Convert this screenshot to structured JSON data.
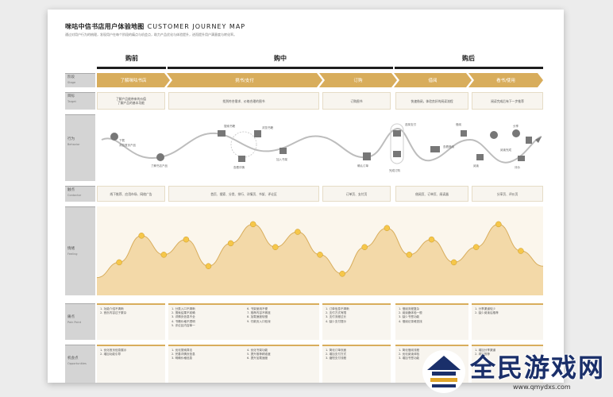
{
  "header": {
    "title_zh": "咪咕中信书店用户体验地图",
    "title_en": "CUSTOMER JOURNEY MAP",
    "subtitle": "通过对用户行为的梳理，发现用户在每个阶段的痛点与机会点，助力产品优化与体验提升，进而提升用户满意度与转化率。"
  },
  "phases": {
    "before": "购前",
    "during": "购中",
    "after": "购后"
  },
  "row_labels": {
    "stage": {
      "zh": "阶段",
      "en": "Stage"
    },
    "target": {
      "zh": "目标",
      "en": "Target"
    },
    "behavior": {
      "zh": "行为",
      "en": "Behavior"
    },
    "contact": {
      "zh": "触点",
      "en": "Contactor"
    },
    "feeling": {
      "zh": "情绪",
      "en": "Feeling"
    },
    "pain": {
      "zh": "痛点",
      "en": "Pain Point"
    },
    "opportunity": {
      "zh": "机会点",
      "en": "Opportunities"
    }
  },
  "stages": [
    "了解咪咕书店",
    "挑书/支付",
    "订购",
    "借阅",
    "看书/使用"
  ],
  "targets": [
    "了解产品能带来的价值\n了解产品的基本功能",
    "找到符合需求、价格合理的图书",
    "订购图书",
    "快速借阅，体验良好的阅读流程",
    "阅读完成后有下一步推荐"
  ],
  "behavior_labels": {
    "s1a": "下载",
    "s1b": "浏览首页产品",
    "s1c": "了解书店产品",
    "s2a": "搜索书籍",
    "s2b": "浏览书籍",
    "s2c": "查看详情",
    "s2d": "加入书架",
    "s3a": "确认订单",
    "s3b": "选择支付",
    "s3c": "完成订购",
    "s4a": "查看借阅",
    "s4b": "借阅",
    "s4c": "阅读",
    "s5a": "阅读完成",
    "s5b": "分享",
    "s5c": "评价"
  },
  "contacts": [
    "线下推荐、应用市场、网络广告",
    "首页、搜索、分类、排行、详情页、书架、评论区",
    "订单页、支付页",
    "借阅页、订单页、阅读器",
    "分享页、评价页"
  ],
  "pains": {
    "before": [
      "1. 功能介绍不清晰",
      "2. 首页内容过于繁杂"
    ],
    "during_a": [
      "1. 分类入口不清晰",
      "2. 搜索结果不准确",
      "3. 详情页信息不全",
      "4. 书籍价格不透明",
      "5. 评论区内容单一"
    ],
    "during_b": [
      "6. 书架使用不便",
      "7. 推荐内容不精准",
      "8. 加载速度较慢",
      "9. 付款页入口较深"
    ],
    "order": [
      "1. 订单信息不清晰",
      "2. 支付方式有限",
      "3. 支付流程过长",
      "4. 缺少支付提示"
    ],
    "borrow": [
      "1. 借阅流程复杂",
      "2. 阅读器体验一般",
      "3. 缺少书签功能",
      "4. 借阅记录难查找"
    ],
    "use": [
      "1. 分享渠道较少",
      "2. 缺少阅读后推荐"
    ]
  },
  "opps": {
    "before": [
      "1. 优化首页信息展示",
      "2. 增加功能引导"
    ],
    "during_a": [
      "1. 优化搜索算法",
      "2. 完善详情页信息",
      "3. 明确价格信息"
    ],
    "during_b": [
      "4. 优化书架功能",
      "5. 提升推荐精准度",
      "6. 提升加载速度"
    ],
    "order": [
      "1. 简化订单页面",
      "2. 增加支付方式",
      "3. 缩短支付流程"
    ],
    "borrow": [
      "1. 简化借阅流程",
      "2. 优化阅读体验",
      "3. 增加书签功能"
    ],
    "use": [
      "1. 增加分享渠道",
      "2. 增加推荐"
    ]
  },
  "emotion_curve": [
    0.15,
    0.35,
    0.7,
    0.45,
    0.65,
    0.3,
    0.6,
    0.85,
    0.55,
    0.75,
    0.45,
    0.2,
    0.55,
    0.8,
    0.45,
    0.65,
    0.35,
    0.55,
    0.85,
    0.5,
    0.3
  ],
  "colors": {
    "accent": "#d8ad5c",
    "curve_fill": "#f3d9a8",
    "dark": "#1e1e1e"
  },
  "watermark": {
    "brand": "全民游戏网",
    "url": "www.qmydxs.com"
  }
}
